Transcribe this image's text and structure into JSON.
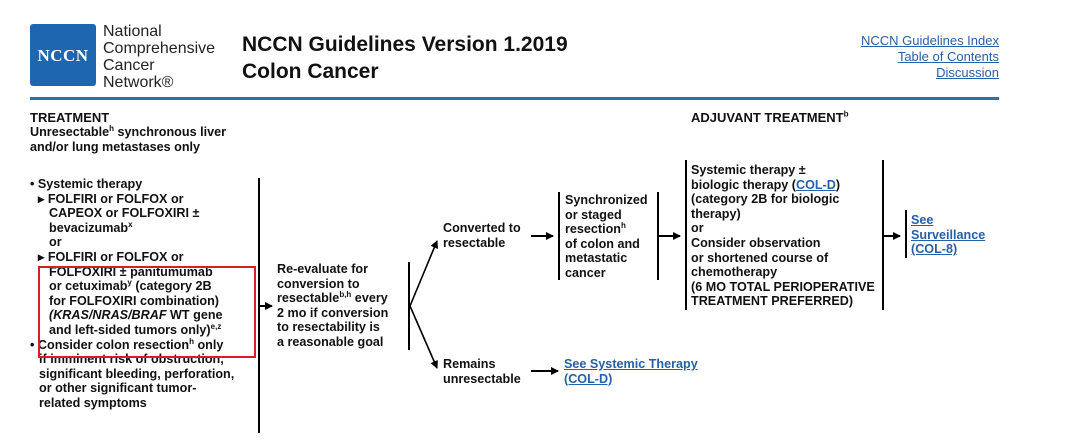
{
  "header": {
    "logo_text": "NCCN",
    "org_lines": [
      "National",
      "Comprehensive",
      "Cancer",
      "Network®"
    ],
    "title_line1": "NCCN Guidelines Version 1.2019",
    "title_line2": "Colon Cancer",
    "links": [
      "NCCN Guidelines Index",
      "Table of Contents",
      "Discussion"
    ]
  },
  "treatment": {
    "heading": "TREATMENT",
    "sub1": "Unresectable",
    "sub1_sup": "h",
    "sub1_rest": " synchronous liver",
    "sub2": "and/or lung metastases only",
    "items": {
      "l1": "• Systemic therapy",
      "l2": "▸ FOLFIRI or FOLFOX or",
      "l3": "CAPEOX or FOLFOXIRI ±",
      "l4": "bevacizumab",
      "l4_sup": "x",
      "l5": "or",
      "l6": "▸ FOLFIRI or FOLFOX or",
      "l7": "FOLFOXIRI ± panitumumab",
      "l8": "or cetuximab",
      "l8_sup": "y",
      "l8_rest": " (category 2B",
      "l9": "for FOLFOXIRI combination)",
      "l10_italic": "(KRAS/NRAS/BRAF",
      "l10_rest": " WT gene",
      "l11": "and left-sided tumors only)",
      "l11_sup": "e,z",
      "l12": "• Consider colon resection",
      "l12_sup": "h",
      "l12_rest": " only",
      "l13": "if imminent risk of obstruction,",
      "l14": "significant bleeding, perforation,",
      "l15": "or other significant tumor-",
      "l16": "related symptoms"
    }
  },
  "reevaluate": {
    "l1": "Re-evaluate for",
    "l2": "conversion to",
    "l3": "resectable",
    "l3_sup": "b,h",
    "l3_rest": " every",
    "l4": "2 mo if conversion",
    "l5": "to resectability is",
    "l6": "a reasonable goal"
  },
  "converted": {
    "l1": "Converted to",
    "l2": "resectable"
  },
  "remains": {
    "l1": "Remains",
    "l2": "unresectable"
  },
  "see_systemic": {
    "l1": "See Systemic Therapy",
    "l2": "(COL-D)"
  },
  "synchronized": {
    "l1": "Synchronized",
    "l2": "or staged",
    "l3": "resection",
    "l3_sup": "h",
    "l4": "of colon and",
    "l5": "metastatic",
    "l6": "cancer"
  },
  "adjuvant": {
    "heading": "ADJUVANT TREATMENT",
    "heading_sup": "b",
    "l1": "Systemic therapy ±",
    "l2a": "biologic therapy (",
    "l2_link": "COL-D",
    "l2b": ")",
    "l3": "(category 2B for biologic",
    "l4": "therapy)",
    "l5": "or",
    "l6": "Consider observation",
    "l7": "or shortened course of",
    "l8": "chemotherapy",
    "l9": "(6 MO TOTAL PERIOPERATIVE",
    "l10": "TREATMENT PREFERRED)"
  },
  "surveillance": {
    "l1": "See",
    "l2": "Surveillance",
    "l3": "(COL-8)"
  },
  "colors": {
    "brand_blue": "#1f66b0",
    "link_blue": "#2660a8",
    "highlight_red": "#d61f25"
  }
}
